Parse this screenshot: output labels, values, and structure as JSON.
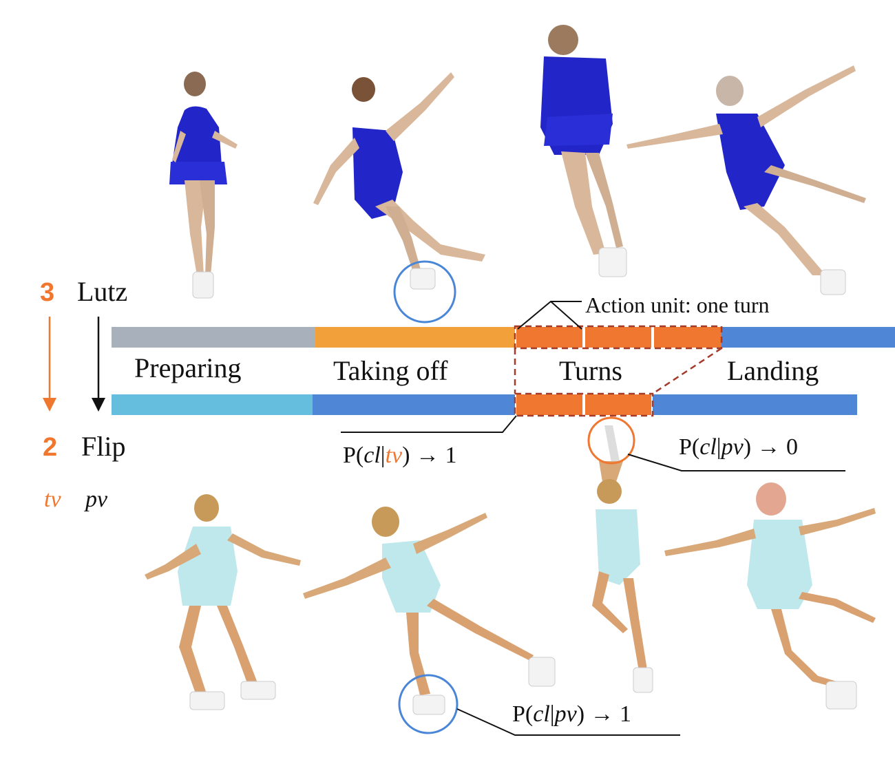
{
  "colors": {
    "orange": "#f0772f",
    "gray": "#a8b0bb",
    "light_orange": "#f2a03a",
    "blue": "#4f86d6",
    "cyan": "#66bedf",
    "dark_red_dashed": "#a33a2a",
    "circle_blue": "#4a86d8",
    "lutz_costume": "#2226c8",
    "flip_costume": "#bfe8ec",
    "skin": "#d9b79a"
  },
  "lutz": {
    "number": "3",
    "name": "Lutz"
  },
  "flip": {
    "number": "2",
    "name": "Flip"
  },
  "phases": {
    "preparing": "Preparing",
    "taking_off": "Taking off",
    "turns": "Turns",
    "landing": "Landing"
  },
  "action_unit_label": "Action unit: one turn",
  "probabilities": {
    "tv_prefix": "P(",
    "cl": "cl",
    "bar": "|",
    "tv": "tv",
    "tv_suffix": ") → 1",
    "pv_top_prefix": "P(",
    "pv_top_cl": "cl",
    "pv_top_bar": "|",
    "pv_top_pv": "pv",
    "pv_top_suffix": ") → 0",
    "pv_bottom_prefix": "P(",
    "pv_bottom_cl": "cl",
    "pv_bottom_bar": "|",
    "pv_bottom_pv": "pv",
    "pv_bottom_suffix": ") → 1"
  },
  "legend": {
    "tv": "tv",
    "pv": "pv"
  }
}
